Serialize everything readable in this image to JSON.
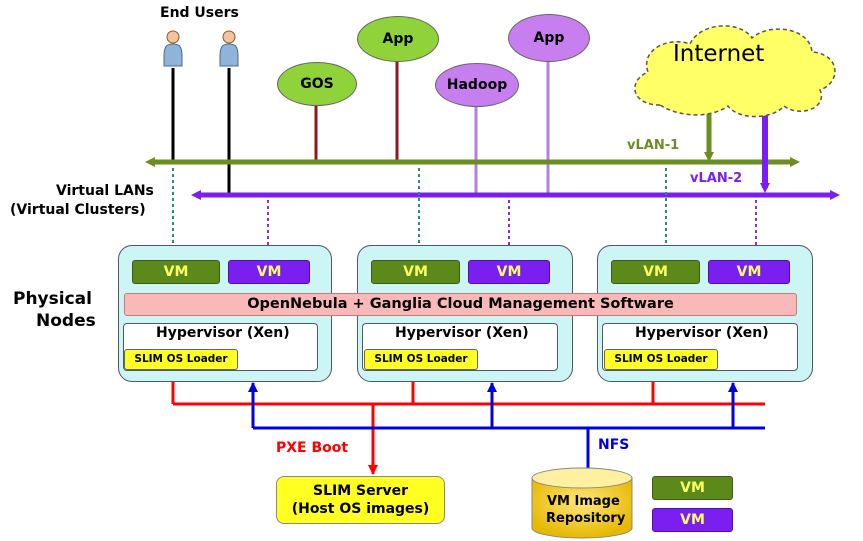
{
  "end_users": {
    "label": "End Users"
  },
  "apps": {
    "gos": "GOS",
    "app1": "App",
    "hadoop": "Hadoop",
    "app2": "App"
  },
  "internet": {
    "label": "Internet"
  },
  "vlans": {
    "vlan1": "vLAN-1",
    "vlan2": "vLAN-2",
    "virtual_lans_line1": "Virtual LANs",
    "virtual_lans_line2": "(Virtual Clusters)"
  },
  "physical_nodes": {
    "label_line1": "Physical",
    "label_line2": "Nodes",
    "vm_label": "VM",
    "hypervisor": "Hypervisor (Xen)",
    "slim_loader": "SLIM OS Loader"
  },
  "management": {
    "label": "OpenNebula + Ganglia Cloud Management Software"
  },
  "boot": {
    "pxe": "PXE Boot",
    "nfs": "NFS"
  },
  "slim_server": {
    "line1": "SLIM Server",
    "line2": "(Host OS images)"
  },
  "repository": {
    "line1": "VM Image",
    "line2": "Repository",
    "vm_label": "VM"
  },
  "colors": {
    "vlan1": "#6b8e23",
    "vlan2": "#7a1ff0",
    "pxe": "#ff0000",
    "nfs": "#0000dd",
    "node_bg": "#ccf5f5",
    "slim": "#ffff22",
    "onebar": "#f9b9b9"
  }
}
